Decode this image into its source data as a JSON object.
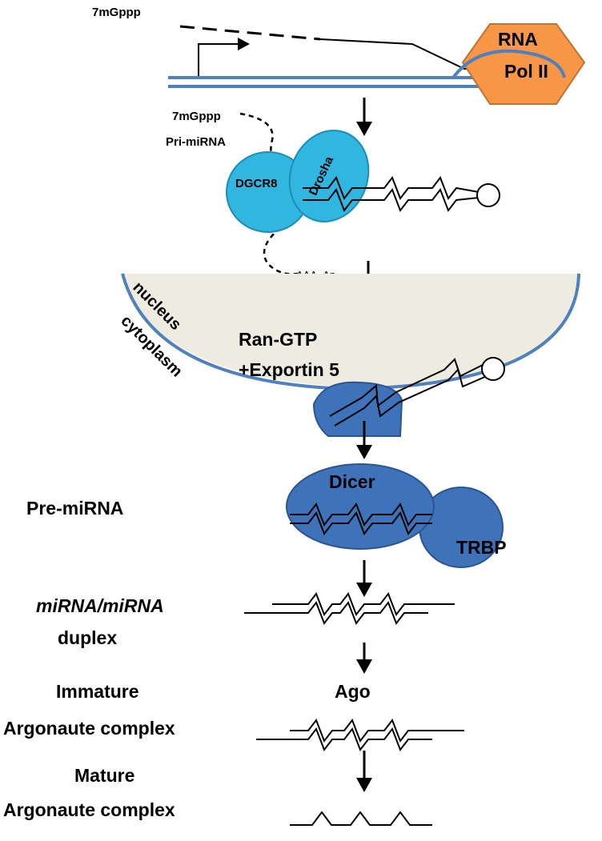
{
  "labels": {
    "cap_top": "7mGppp",
    "rna_pol_line1": "RNA",
    "rna_pol_line2": "Pol II",
    "cap_mid": "7mGppp",
    "pri_mirna": "Pri-miRNA",
    "dgcr8": "DGCR8",
    "drosha": "Drosha",
    "poly_a": "AAA..An",
    "nucleus": "nucleus",
    "cytoplasm": "cytoplasm",
    "ran_gtp": "Ran-GTP",
    "exportin": "+Exportin 5",
    "dicer": "Dicer",
    "trbp": "TRBP",
    "pre_mirna": "Pre-miRNA",
    "duplex_line1": "miRNA/miRNA",
    "duplex_line2": "duplex",
    "immature_line1": "Immature",
    "immature_line2": "Argonaute complex",
    "ago": "Ago",
    "mature_line1": "Mature",
    "mature_line2": "Argonaute complex"
  },
  "colors": {
    "dna_blue": "#4f81bd",
    "pol_orange": "#f79646",
    "pol_orange_dark": "#c0732f",
    "cyan_protein": "#31b6e0",
    "cyan_protein_dark": "#1a8fb5",
    "nucleus_fill": "#eeece1",
    "export_blue": "#3f73b9",
    "export_blue_dark": "#2a5590"
  }
}
